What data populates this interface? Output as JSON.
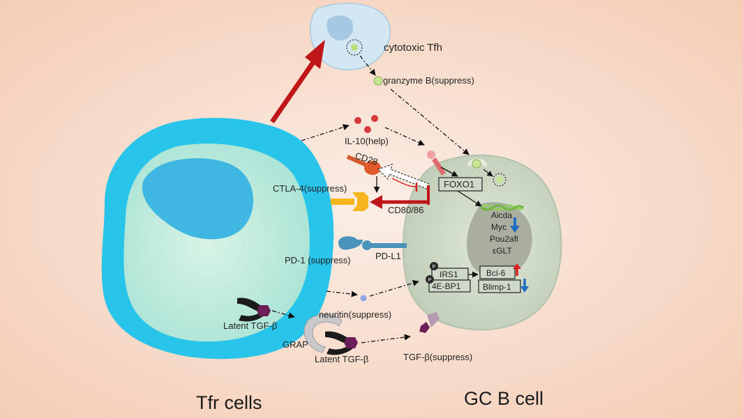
{
  "colors": {
    "background_center": "#faebe3",
    "background_edge": "#f4cfb8",
    "tfr_outer": "#29c4ea",
    "tfr_inner": "#c6ecdd",
    "tfr_nucleus": "#3fb7e2",
    "gc_cell": "#cfd9ca",
    "gc_nucleus": "#a9ae9f",
    "tfh_cell": "#d2e6f4",
    "red_arrow": "#c0161a",
    "ctla4": "#f6b51c",
    "pd1": "#4a94bb",
    "blue_arrow": "#1f6dc4"
  },
  "labels": {
    "cytotoxic_tfh": "cytotoxic Tfh",
    "granzyme": "granzyme B(suppress)",
    "il10": "IL-10(help)",
    "cd28": "CD28",
    "ctla4": "CTLA-4(suppress)",
    "cd80_86": "CD80/86",
    "foxo1": "FOXO1",
    "aicda": "Aicda",
    "myc": "Myc",
    "pou2afl": "Pou2afl",
    "eglt": "εGLT",
    "pd1": "PD-1 (suppress)",
    "pdl1": "PD-L1",
    "irs1": "IRS1",
    "ebp1": "4E-BP1",
    "bcl6": "Bcl-6",
    "blimp1": "Blimp-1",
    "p": "P",
    "neuritin": "neuritin(suppress)",
    "latent_tgfb_1": "Latent TGF-β",
    "grap": "GRAP",
    "latent_tgfb_2": "Latent TGF-β",
    "tgfb": "TGF-β(suppress)",
    "tfr_cells": "Tfr cells",
    "gc_b_cell": "GC B cell"
  },
  "icons": [
    "red-block-arrow-icon",
    "up-arrow-icon",
    "down-arrow-icon",
    "phospho-icon",
    "dna-icon",
    "receptor-icon"
  ]
}
